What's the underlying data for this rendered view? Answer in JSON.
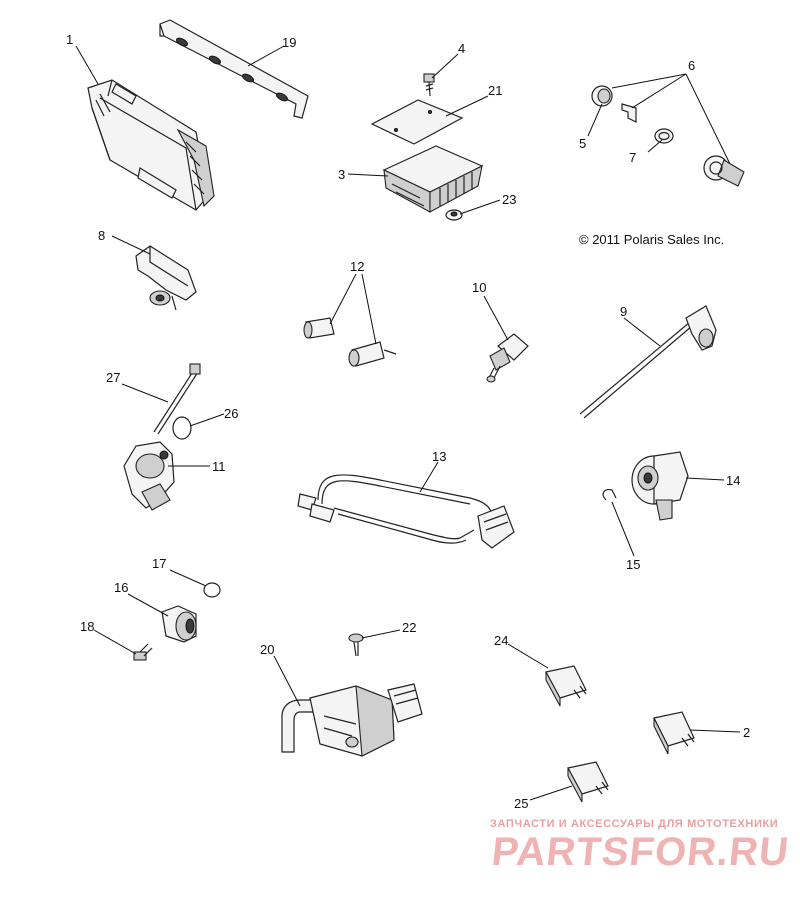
{
  "copyright": "© 2011 Polaris Sales Inc.",
  "watermark": {
    "tagline": "ЗАПЧАСТИ И АКСЕССУАРЫ ДЛЯ МОТОТЕХНИКИ",
    "brand": "PARTSFOR.RU"
  },
  "callouts": [
    "1",
    "2",
    "3",
    "4",
    "5",
    "6",
    "7",
    "8",
    "9",
    "10",
    "11",
    "12",
    "13",
    "14",
    "15",
    "16",
    "17",
    "18",
    "19",
    "20",
    "21",
    "22",
    "23",
    "24",
    "25",
    "26",
    "27"
  ],
  "colors": {
    "line": "#222222",
    "watermark": "#f0b3b3"
  }
}
